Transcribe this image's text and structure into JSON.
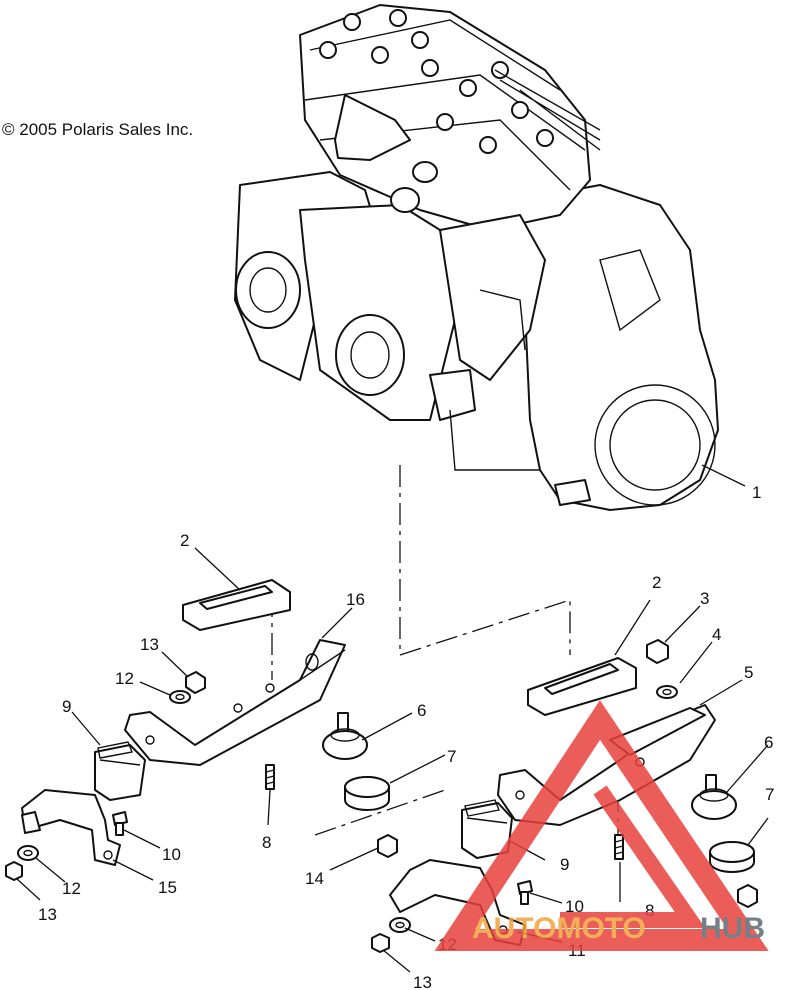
{
  "copyright": "© 2005 Polaris Sales Inc.",
  "callouts": [
    {
      "label": "1"
    },
    {
      "label": "2"
    },
    {
      "label": "16"
    },
    {
      "label": "2"
    },
    {
      "label": "3"
    },
    {
      "label": "4"
    },
    {
      "label": "5"
    },
    {
      "label": "13"
    },
    {
      "label": "12"
    },
    {
      "label": "9"
    },
    {
      "label": "6"
    },
    {
      "label": "7"
    },
    {
      "label": "6"
    },
    {
      "label": "7"
    },
    {
      "label": "8"
    },
    {
      "label": "8"
    },
    {
      "label": "10"
    },
    {
      "label": "12"
    },
    {
      "label": "15"
    },
    {
      "label": "13"
    },
    {
      "label": "14"
    },
    {
      "label": "9"
    },
    {
      "label": "10"
    },
    {
      "label": "11"
    },
    {
      "label": "12"
    },
    {
      "label": "13"
    }
  ],
  "watermark": {
    "part_a": "AUTOMOTO",
    "part_b": "HUB",
    "color_red": "#e8413c",
    "color_orange": "#f2a23a",
    "color_gray": "#5e6a72"
  }
}
